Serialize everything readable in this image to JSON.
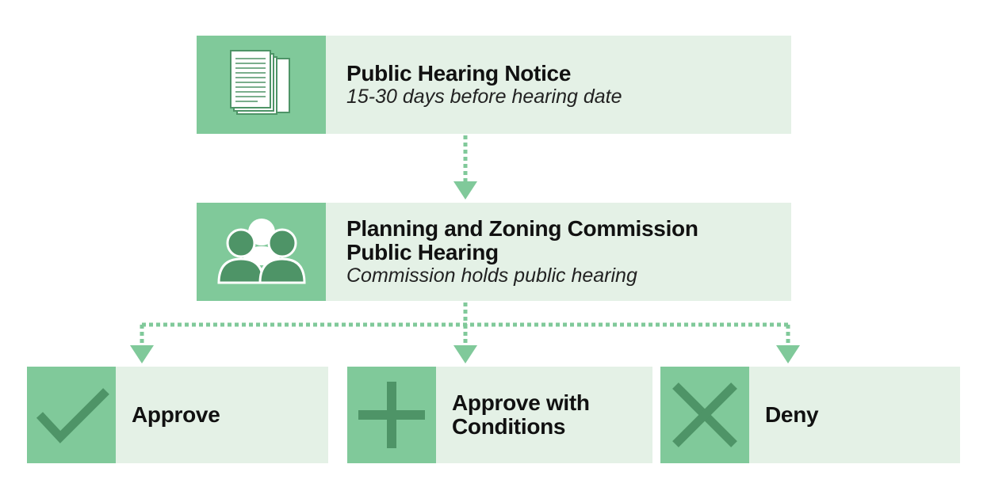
{
  "steps": {
    "notice": {
      "title": "Public Hearing Notice",
      "subtitle": "15-30 days before hearing date",
      "icon": "document-icon"
    },
    "hearing": {
      "title_line1": "Planning and Zoning Commission",
      "title_line2": "Public Hearing",
      "subtitle": "Commission holds public hearing",
      "icon": "people-icon"
    }
  },
  "outcomes": {
    "approve": {
      "label": "Approve",
      "icon": "checkmark-icon"
    },
    "conditions": {
      "label_line1": "Approve with",
      "label_line2": "Conditions",
      "icon": "plus-icon"
    },
    "deny": {
      "label": "Deny",
      "icon": "x-icon"
    }
  },
  "colors": {
    "box_fill": "#e4f1e6",
    "icon_fill": "#80c99a",
    "icon_glyph": "#4e9467",
    "connector": "#80c99a"
  }
}
